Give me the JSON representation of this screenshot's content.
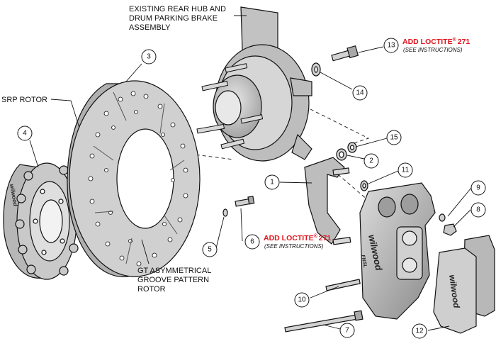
{
  "labels": {
    "hub_line1": "EXISTING REAR HUB AND",
    "hub_line2": "DRUM PARKING BRAKE",
    "hub_line3": "ASSEMBLY",
    "srp_rotor": "SRP ROTOR",
    "gt_line1": "GT ASYMMETRICAL",
    "gt_line2": "GROOVE PATTERN",
    "gt_line3": "ROTOR"
  },
  "loctite_top": {
    "text": "ADD LOCTITE",
    "reg": "®",
    "grade": "271",
    "note": "(SEE INSTRUCTIONS)"
  },
  "loctite_bottom": {
    "text": "ADD LOCTITE",
    "reg": "®",
    "grade": "271",
    "note": "(SEE INSTRUCTIONS)"
  },
  "callouts": [
    "1",
    "2",
    "3",
    "4",
    "5",
    "6",
    "7",
    "8",
    "9",
    "10",
    "11",
    "12",
    "13",
    "14",
    "15"
  ],
  "brand": {
    "caliper": "wilwood",
    "caliper_sub": "FNSL",
    "pad": "wilwood",
    "hat": "wilwood"
  },
  "colors": {
    "accent_red": "#e3121a",
    "part_fill": "#c9c9c9",
    "part_dark": "#8f8f8f",
    "line": "#111111"
  }
}
